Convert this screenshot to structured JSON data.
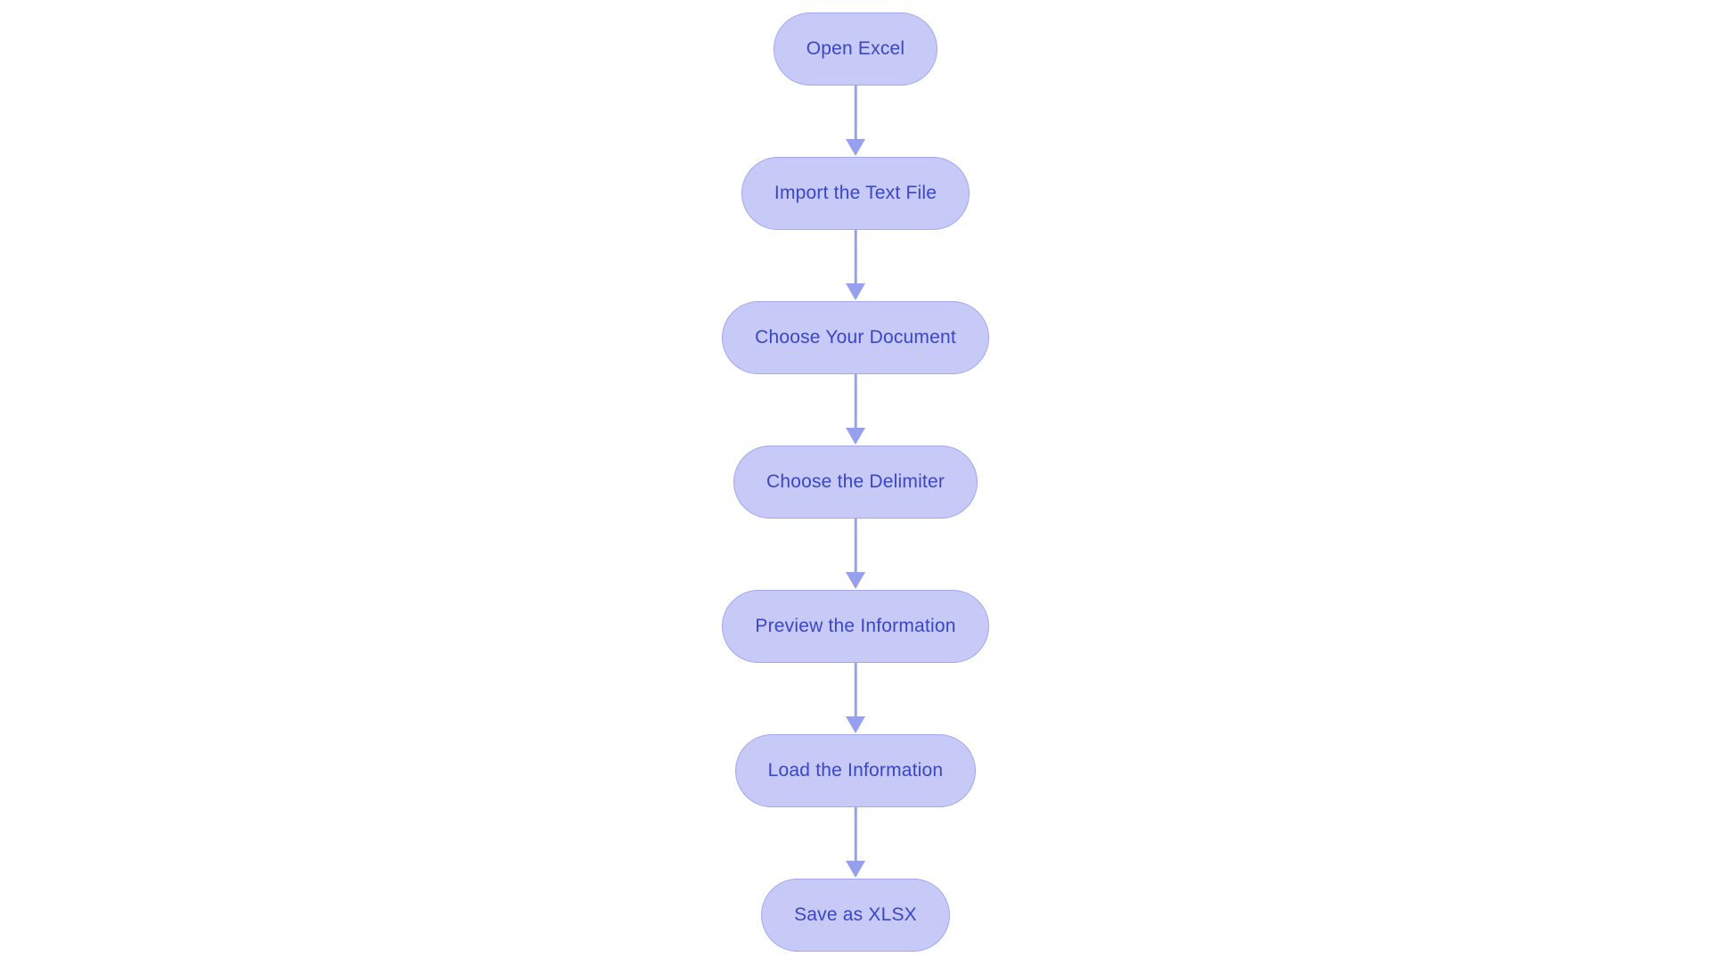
{
  "diagram": {
    "type": "flowchart",
    "direction": "top-down",
    "nodes": [
      {
        "id": "open-excel",
        "label": "Open Excel"
      },
      {
        "id": "import-the-text-file",
        "label": "Import the Text File"
      },
      {
        "id": "choose-your-document",
        "label": "Choose Your Document"
      },
      {
        "id": "choose-the-delimiter",
        "label": "Choose the Delimiter"
      },
      {
        "id": "preview-the-information",
        "label": "Preview the Information"
      },
      {
        "id": "load-the-information",
        "label": "Load the Information"
      },
      {
        "id": "save-as-xlsx",
        "label": "Save as XLSX"
      }
    ],
    "edges": [
      {
        "from": "open-excel",
        "to": "import-the-text-file"
      },
      {
        "from": "import-the-text-file",
        "to": "choose-your-document"
      },
      {
        "from": "choose-your-document",
        "to": "choose-the-delimiter"
      },
      {
        "from": "choose-the-delimiter",
        "to": "preview-the-information"
      },
      {
        "from": "preview-the-information",
        "to": "load-the-information"
      },
      {
        "from": "load-the-information",
        "to": "save-as-xlsx"
      }
    ],
    "colors": {
      "background": "#ffffff",
      "node_fill": "#c7c9f7",
      "node_border": "#a3a8f0",
      "node_text": "#3b46c5",
      "arrow": "#97a0ee"
    }
  }
}
